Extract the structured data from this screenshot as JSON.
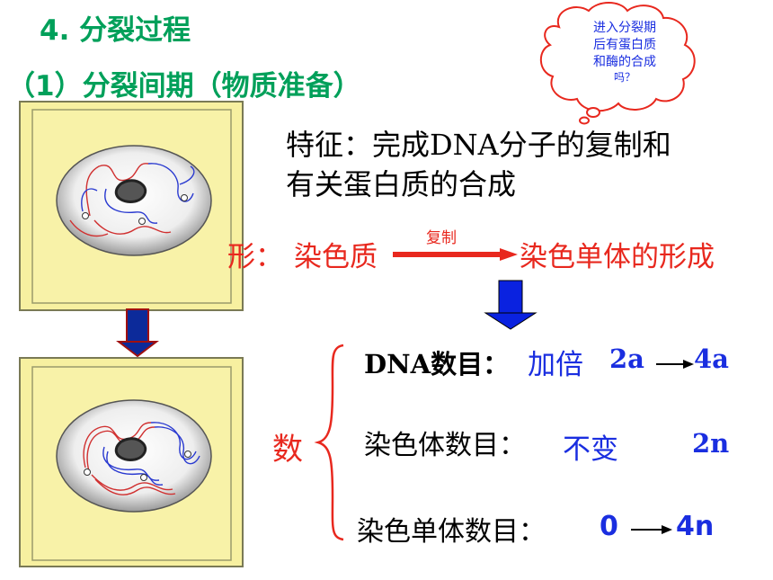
{
  "heading": {
    "section_title": "4. 分裂过程",
    "subtitle": "（1）分裂间期（物质准备）"
  },
  "thought_bubble": {
    "lines": [
      "进入分裂期",
      "后有蛋白质",
      "和酶的合成",
      "吗？"
    ]
  },
  "feature": {
    "line1": "特征：完成DNA分子的复制和",
    "line2": "有关蛋白质的合成"
  },
  "shape_change": {
    "prefix": "形：",
    "from": "染色质",
    "arrow_label": "复制",
    "to": "染色单体的形成"
  },
  "number_section": {
    "label": "数",
    "dna": {
      "label": "DNA数目：",
      "change": "加倍",
      "from": "2a",
      "to": "4a"
    },
    "chromosome": {
      "label": "染色体数目：",
      "change": "不变",
      "value": "2n"
    },
    "chromatid": {
      "label": "染色单体数目：",
      "from": "0",
      "to": "4n"
    }
  },
  "colors": {
    "title_green": "#00a05a",
    "red": "#e8281e",
    "blue": "#1a2ee0",
    "cell_fill": "#f7f0a0",
    "nucleus_fill": "#f2f2f2"
  }
}
